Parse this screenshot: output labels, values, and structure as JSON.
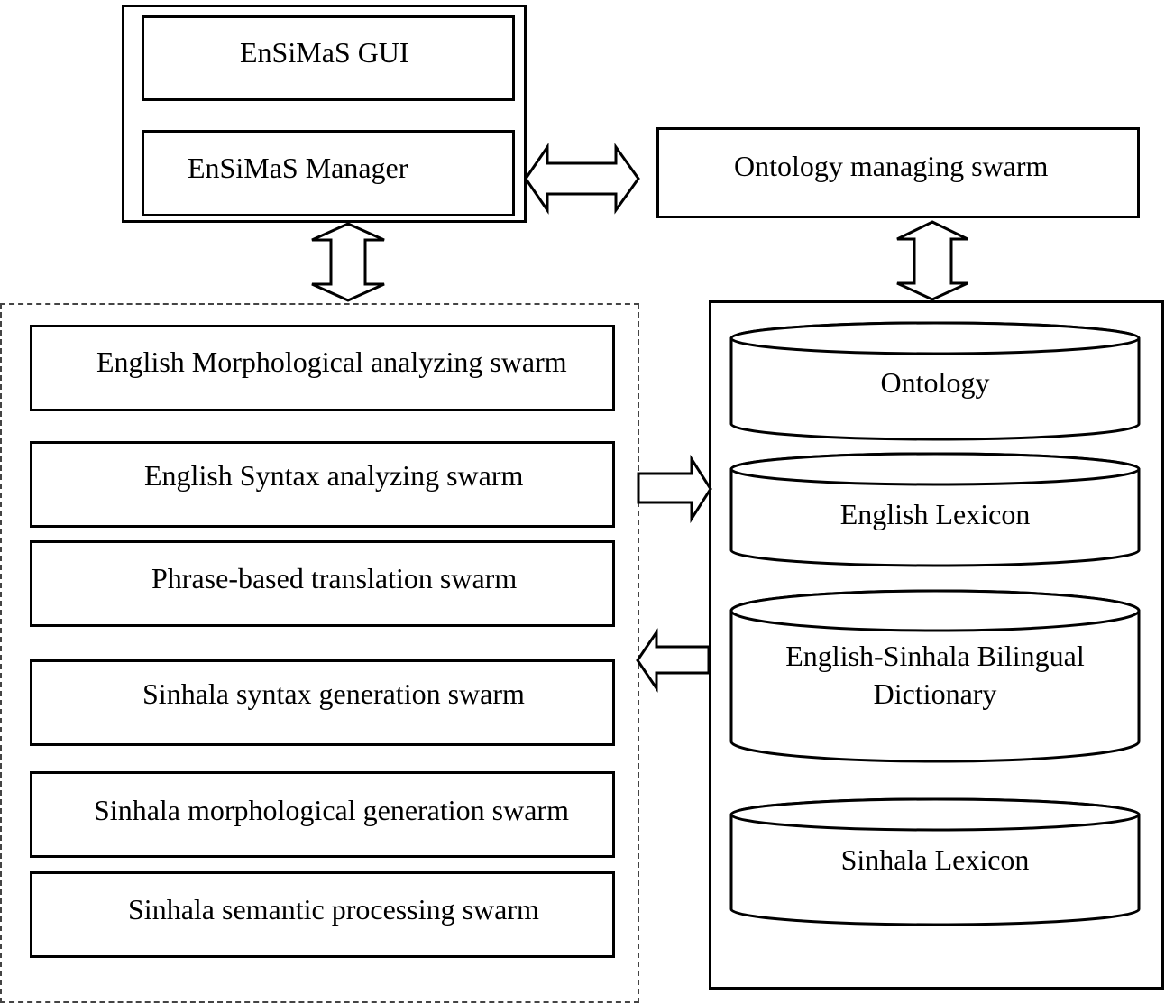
{
  "control": {
    "gui": "EnSiMaS GUI",
    "manager": "EnSiMaS Manager"
  },
  "ontology_swarm": "Ontology managing swarm",
  "swarms": [
    "English Morphological analyzing swarm",
    "English Syntax analyzing swarm",
    "Phrase-based translation swarm",
    "Sinhala syntax generation swarm",
    "Sinhala morphological generation swarm",
    "Sinhala semantic processing swarm"
  ],
  "databases": [
    "Ontology",
    "English Lexicon",
    "English-Sinhala Bilingual",
    "Dictionary",
    "Sinhala Lexicon"
  ]
}
